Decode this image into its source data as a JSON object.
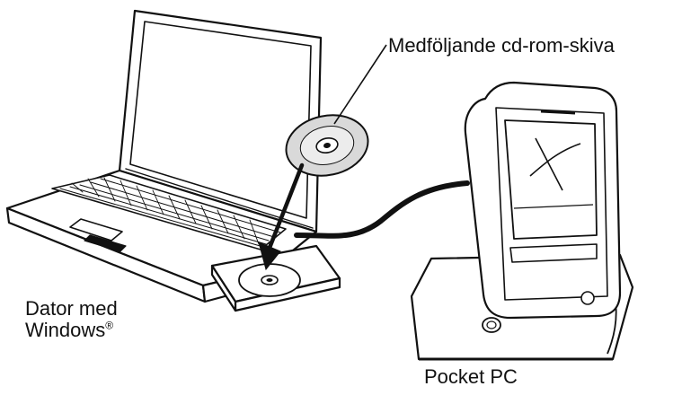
{
  "labels": {
    "cd_rom": "Medföljande cd-rom-skiva",
    "computer_line1": "Dator med",
    "computer_line2": "Windows",
    "registered_mark": "®",
    "pocket_pc": "Pocket PC"
  },
  "colors": {
    "line": "#111111",
    "fill": "#ffffff",
    "shade": "#d9d9d9",
    "cable": "#111111"
  }
}
